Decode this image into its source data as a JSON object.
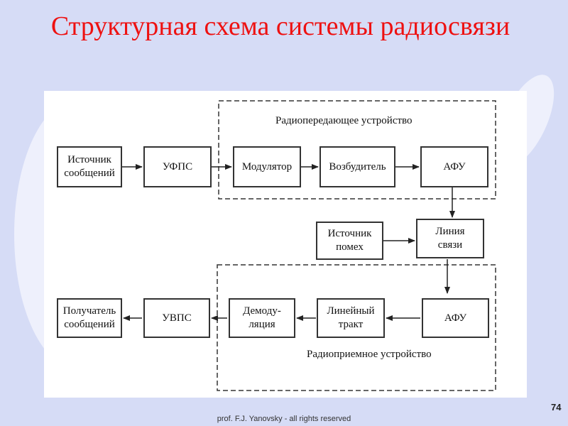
{
  "slide": {
    "title": "Структурная схема системы радиосвязи",
    "footer": "prof. F.J. Yanovsky - all rights reserved",
    "page_number": "74"
  },
  "diagram": {
    "transmitter_group_label": "Радиопередающее устройство",
    "receiver_group_label": "Радиоприемное  устройство",
    "blocks": {
      "source": "Источник\nсообщений",
      "ufps": "УФПС",
      "modulator": "Модулятор",
      "exciter": "Возбудитель",
      "afu_tx": "АФУ",
      "noise": "Источник\nпомех",
      "channel": "Линия\nсвязи",
      "afu_rx": "АФУ",
      "linear_path": "Линейный\nтракт",
      "demodulation": "Демоду-\nляция",
      "uvps": "УВПС",
      "receiver": "Получатель\nсообщений"
    }
  },
  "colors": {
    "title": "#ee1111",
    "background": "#d6dcf6",
    "panel": "#ffffff"
  }
}
